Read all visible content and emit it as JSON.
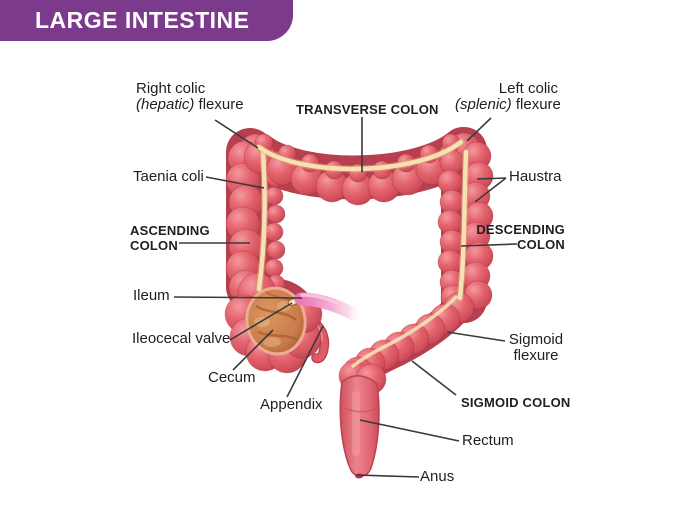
{
  "header": {
    "title": "LARGE INTESTINE"
  },
  "labels": {
    "right_colic": {
      "line1": "Right colic",
      "line2_italic": "(hepatic)",
      "line2_rest": " flexure"
    },
    "transverse_colon": {
      "text": "TRANSVERSE COLON"
    },
    "left_colic": {
      "line1": "Left colic",
      "line2_italic": "(splenic)",
      "line2_rest": " flexure"
    },
    "taenia_coli": {
      "text": "Taenia coli"
    },
    "haustra": {
      "text": "Haustra"
    },
    "ascending_colon": {
      "line1": "ASCENDING",
      "line2": "COLON"
    },
    "descending_colon": {
      "line1": "DESCENDING",
      "line2": "COLON"
    },
    "ileum": {
      "text": "Ileum"
    },
    "ileocecal_valve": {
      "text": "Ileocecal valve"
    },
    "cecum": {
      "text": "Cecum"
    },
    "appendix": {
      "text": "Appendix"
    },
    "sigmoid_flexure": {
      "line1": "Sigmoid",
      "line2": "flexure"
    },
    "sigmoid_colon": {
      "text": "SIGMOID COLON"
    },
    "rectum": {
      "text": "Rectum"
    },
    "anus": {
      "text": "Anus"
    }
  },
  "colors": {
    "banner_bg": "#7c3a8d",
    "banner_text": "#ffffff",
    "colon_base": "#e2616c",
    "colon_highlight": "#f4999f",
    "colon_shadow": "#b64050",
    "taenia_stripe": "#f6e0b4",
    "cecum_interior": "#c87c4a",
    "ileum_pink": "#ee83bd",
    "label_text": "#1f1f1f",
    "leader_line": "#3a3a3a"
  }
}
